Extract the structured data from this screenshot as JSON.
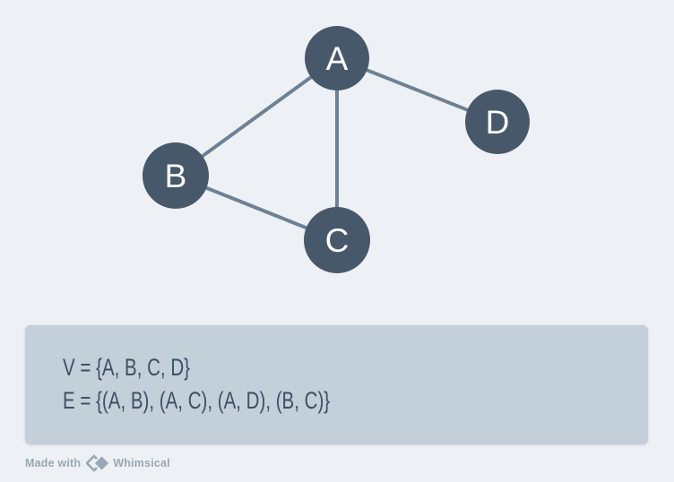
{
  "graph": {
    "nodes": [
      {
        "id": "A",
        "label": "A"
      },
      {
        "id": "B",
        "label": "B"
      },
      {
        "id": "C",
        "label": "C"
      },
      {
        "id": "D",
        "label": "D"
      }
    ],
    "edges": [
      {
        "from": "A",
        "to": "B"
      },
      {
        "from": "A",
        "to": "C"
      },
      {
        "from": "A",
        "to": "D"
      },
      {
        "from": "B",
        "to": "C"
      }
    ]
  },
  "formula_panel": {
    "vertex_set": "V = {A, B, C, D}",
    "edge_set": "E = {(A, B), (A, C), (A, D), (B, C)}"
  },
  "footer": {
    "made_with": "Made with",
    "brand": "Whimsical"
  },
  "colors": {
    "background": "#edf1f5",
    "node_fill": "#47586a",
    "node_text": "#ffffff",
    "edge": "#6e8194",
    "panel_bg": "#c3cfd9",
    "panel_text": "#3e5064",
    "footer_text": "#9aa7b4"
  }
}
